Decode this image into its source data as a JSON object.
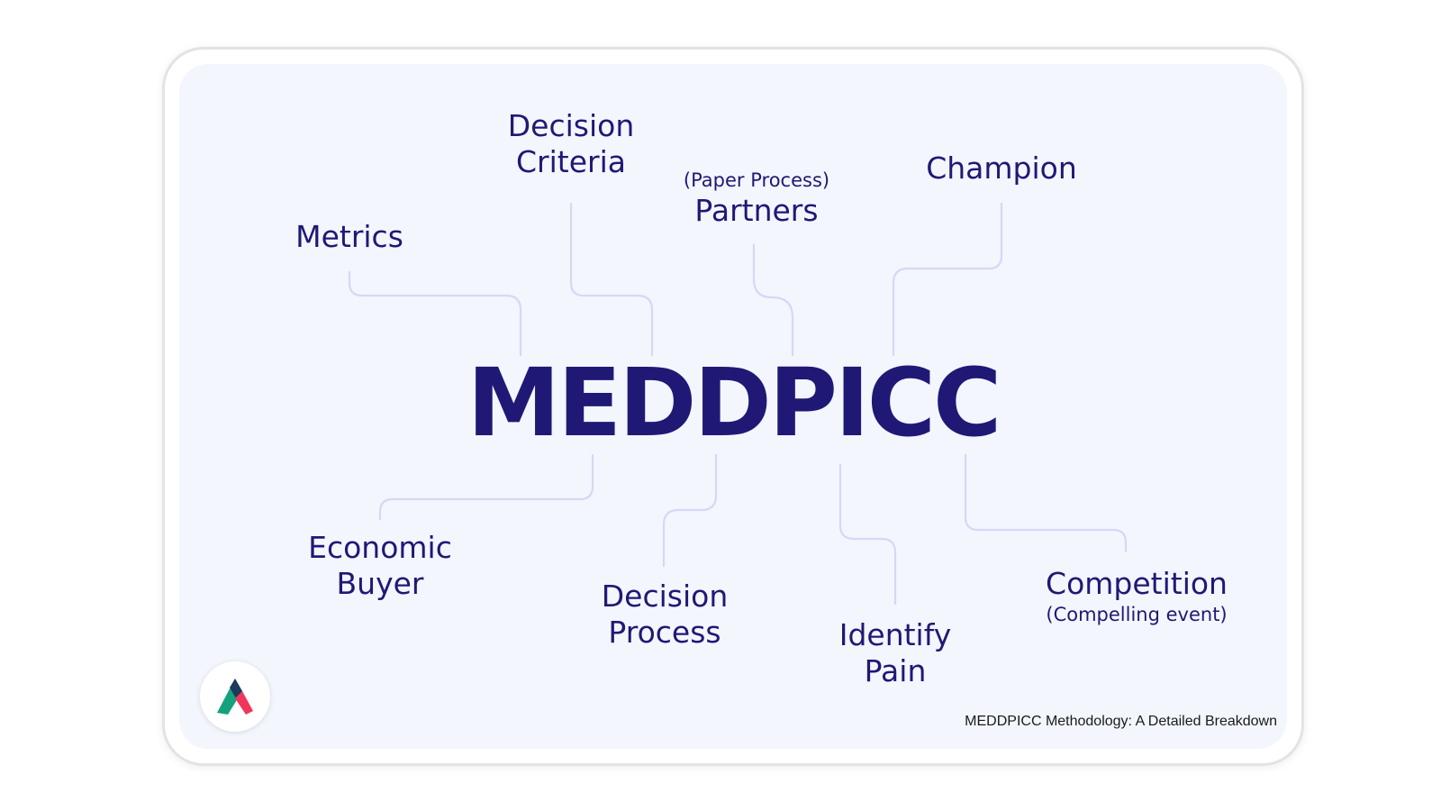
{
  "diagram": {
    "center_label": "MEDDPICC",
    "nodes": {
      "metrics": "Metrics",
      "decision_criteria_line1": "Decision",
      "decision_criteria_line2": "Criteria",
      "partners_note": "(Paper Process)",
      "partners": "Partners",
      "champion": "Champion",
      "economic_buyer_line1": "Economic",
      "economic_buyer_line2": "Buyer",
      "decision_process_line1": "Decision",
      "decision_process_line2": "Process",
      "identify_pain_line1": "Identify",
      "identify_pain_line2": "Pain",
      "competition": "Competition",
      "competition_note": "(Compelling event)"
    },
    "caption": "MEDDPICC Methodology: A Detailed Breakdown",
    "logo_icon": "brand-logo-icon"
  },
  "colors": {
    "text": "#1f1975",
    "connector": "#d6d8f4",
    "panel": "#f3f6fd",
    "logo_green": "#12a37e",
    "logo_dark": "#1e3a5a",
    "logo_red": "#f0365b"
  }
}
